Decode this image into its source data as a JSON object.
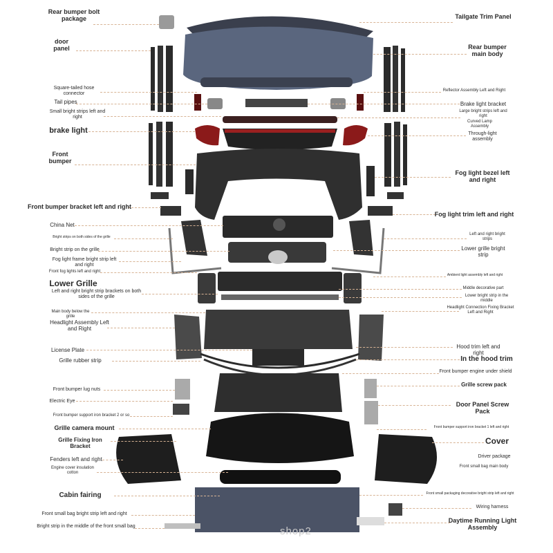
{
  "watermark": "shop2",
  "colors": {
    "part_dark": "#2b2b2b",
    "part_blue": "#56627a",
    "leader": "#d7b394",
    "text": "#2a2a2a",
    "taillight_red": "#8b1a1a"
  },
  "labels_left": [
    "Rear bumper bolt package",
    "door panel",
    "Square-tailed hose connector",
    "Tail pipes",
    "Small bright strips left and right",
    "brake light",
    "Front bumper",
    "Front bumper bracket left and right",
    "China Net",
    "Bright strips on both sides of the grille",
    "Bright strip on the grille",
    "Fog light frame bright strip left and right",
    "Front fog lights left and right",
    "Lower Grille",
    "Left and right bright strip brackets on both sides of the grille",
    "Main body below the grille",
    "Headlight Assembly Left and Right",
    "License Plate",
    "Grille rubber strip",
    "Front bumper lug nuts",
    "Electric Eye",
    "Front bumper support iron bracket 2 or so",
    "Grille camera mount",
    "Grille Fixing Iron Bracket",
    "Fenders left and right",
    "Engine cover insulation cotton",
    "Cabin fairing",
    "Front small bag bright strip left and right",
    "Bright strip in the middle of the front small bag"
  ],
  "labels_right": [
    "Tailgate Trim Panel",
    "Rear bumper main body",
    "Reflector Assembly Left and Right",
    "Brake light bracket",
    "Large bright strips left and right",
    "Curved Lamp Assembly",
    "Through-light assembly",
    "Fog light bezel left and right",
    "Fog light trim left and right",
    "Left and right bright strips",
    "Lower grille bright strip",
    "Ambient light assembly left and right",
    "Middle decorative part",
    "Lower bright strip in the middle",
    "Headlight Connection Fixing Bracket Left and Right",
    "Hood trim left and right",
    "In the hood trim",
    "Front bumper engine under shield",
    "Grille screw pack",
    "Door Panel Screw Pack",
    "Front bumper support iron bracket 1 left and right",
    "Cover",
    "Driver package",
    "Front small bag main body",
    "Front small packaging decorative bright strip left and right",
    "Wiring harness",
    "Daytime Running Light Assembly"
  ]
}
